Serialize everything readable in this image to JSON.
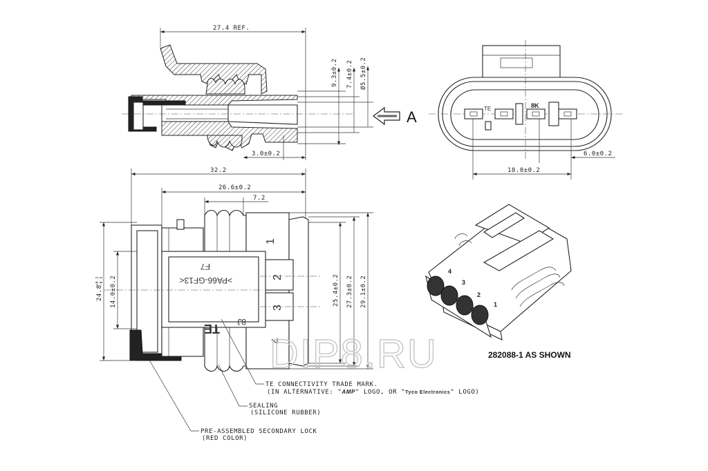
{
  "dimensions": {
    "ref_length": "27.4 REF.",
    "d_9_3": "9.3±0.2",
    "d_7_4": "7.4±0.2",
    "d_dia_5_5": "Ø5.5±0.2",
    "d_3_0": "3.0±0.2",
    "d_6_0": "6.0±0.2",
    "d_18_0": "18.0±0.2",
    "d_32_2": "32.2",
    "d_26_6": "26.6±0.2",
    "d_7_2": "7.2",
    "d_24_8": "24.8",
    "d_24_8_tol_plus": "+0.2",
    "d_24_8_tol_minus": "-0.5",
    "d_14_0": "14.0±0.2",
    "d_25_4": "25.4±0.2",
    "d_27_3": "27.3±0.2",
    "d_29_1": "29.1±0.2"
  },
  "view_label": "A",
  "front_view_marking": "8K",
  "body_markings": {
    "f7": "F7",
    "material": ">PA66-GF13<",
    "brand": "TE",
    "code": "8J"
  },
  "pins": [
    "1",
    "2",
    "3",
    "4"
  ],
  "notes": {
    "trademark_line1": "TE CONNECTIVITY TRADE MARK.",
    "trademark_line2_a": "(IN ALTERNATIVE: \"",
    "amp_logo": "AMP",
    "trademark_line2_b": "\" LOGO, OR \"",
    "tyco_logo": "Tyco Electronics",
    "trademark_line2_c": "\" LOGO)",
    "sealing_line1": "SEALING",
    "sealing_line2": "(SILICONE RUBBER)",
    "lock_line1": "PRE-ASSEMBLED SECONDARY LOCK",
    "lock_line2": "(RED COLOR)"
  },
  "part_caption": "282088-1 AS SHOWN",
  "watermark": "DIP8.RU"
}
